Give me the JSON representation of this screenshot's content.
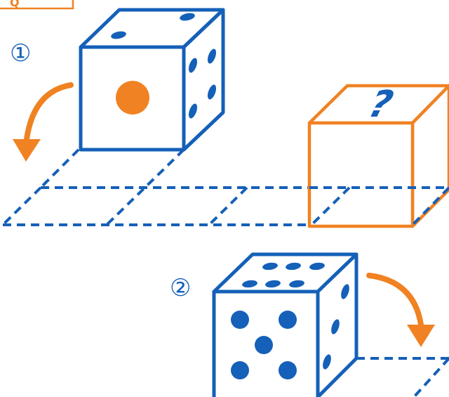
{
  "corner_label": {
    "text": "Q"
  },
  "markers": {
    "first": "①",
    "second": "②"
  },
  "question_mark": "?",
  "colors": {
    "blue": "#1560b8",
    "orange": "#f08223",
    "background": "#ffffff"
  },
  "die_one": {
    "front_face_pips": 1,
    "top_face_pips": 2,
    "right_face_pips": 4
  },
  "die_two": {
    "front_face_pips": 5,
    "top_face_pips": 6,
    "right_face_pips": 3
  },
  "mystery_die": {
    "top_face_pips": "?"
  },
  "grid": {
    "rows": 1,
    "columns": 4
  }
}
